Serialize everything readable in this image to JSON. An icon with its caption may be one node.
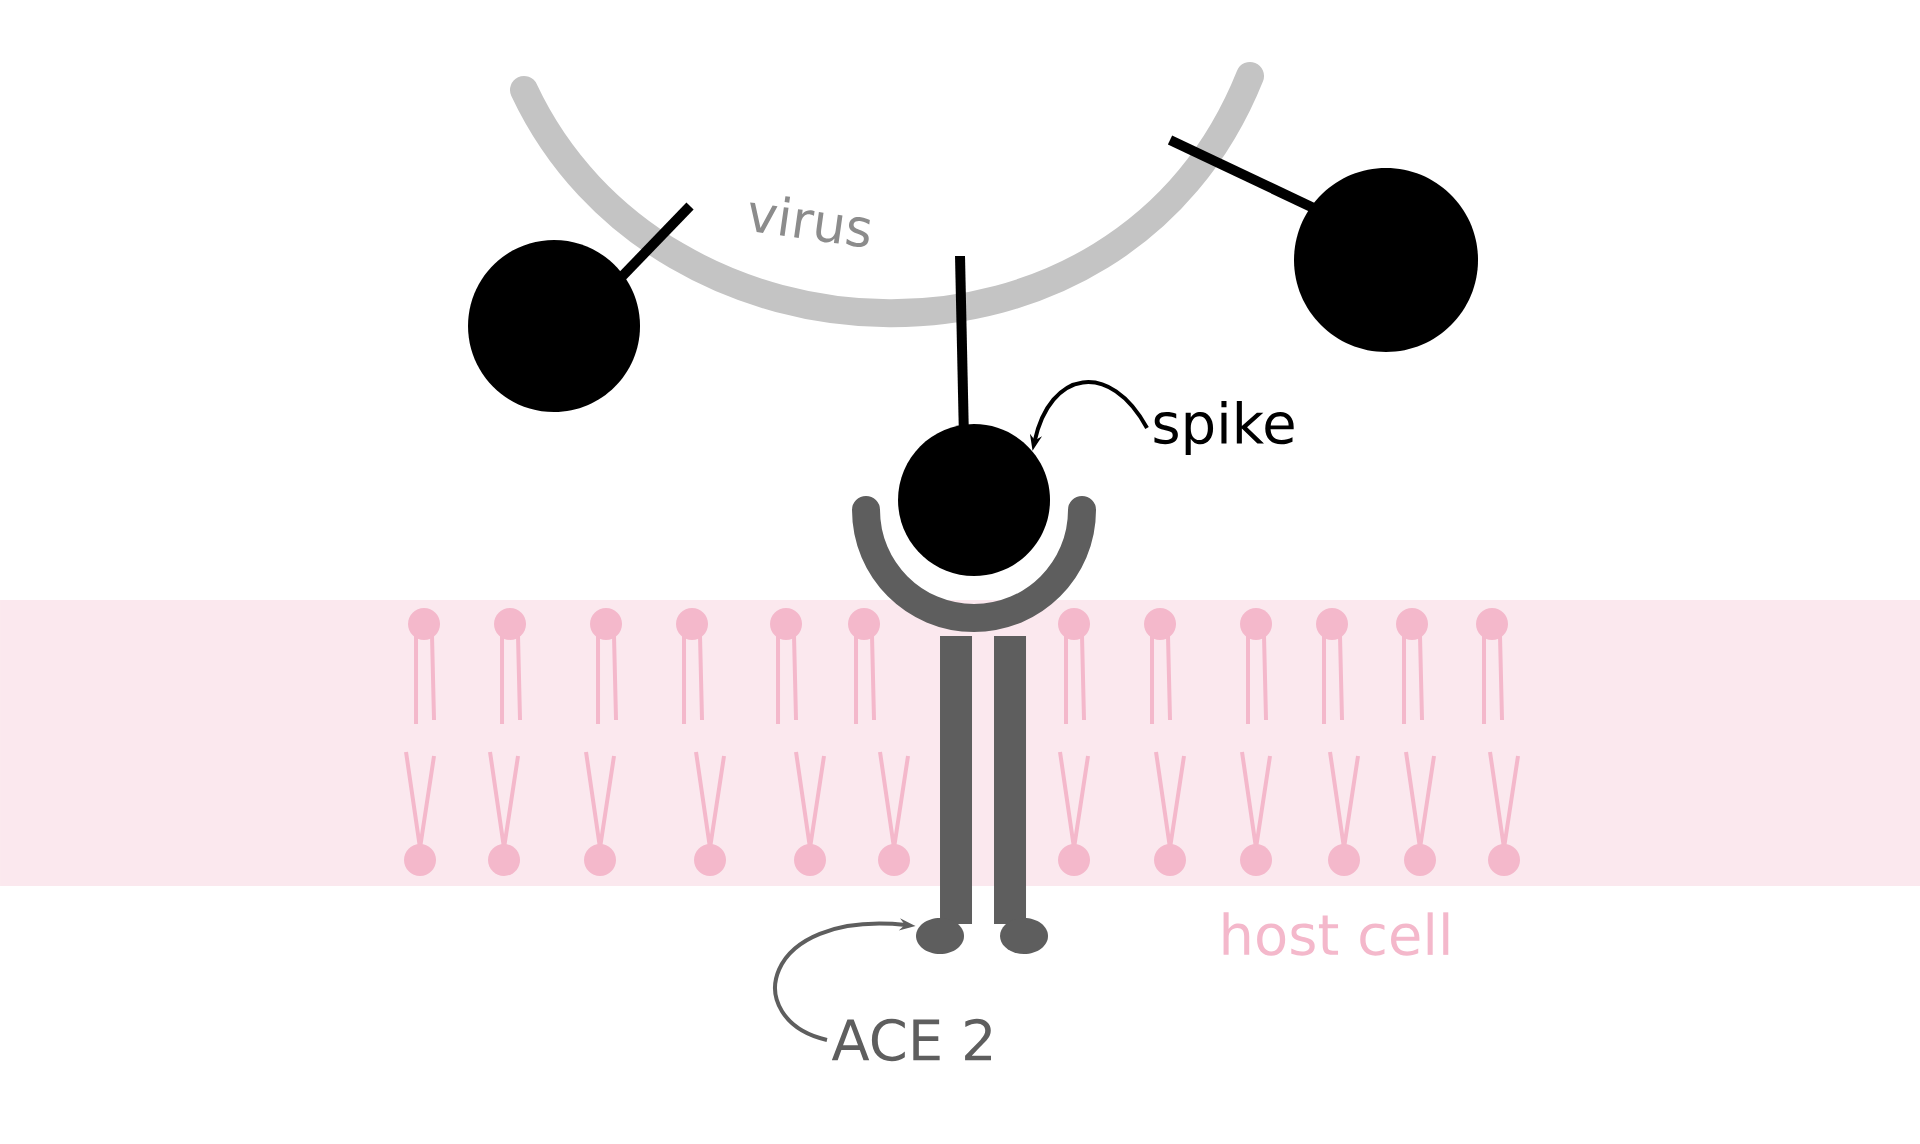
{
  "diagram": {
    "nodes": [
      {
        "text": [
          "spike"
        ]
      },
      {
        "text": [],
        "shape": "circle"
      },
      {
        "text": [
          "ACE 2"
        ]
      },
      {
        "text": [],
        "shape": "picture"
      }
    ],
    "edges": [
      {
        "from": 0,
        "to": 1,
        "arrow": "to"
      },
      {
        "from": 2,
        "to": 3,
        "arrow": "to",
        "color": "#5e5e5e"
      }
    ],
    "labels": [
      "virus",
      "host cell"
    ]
  }
}
